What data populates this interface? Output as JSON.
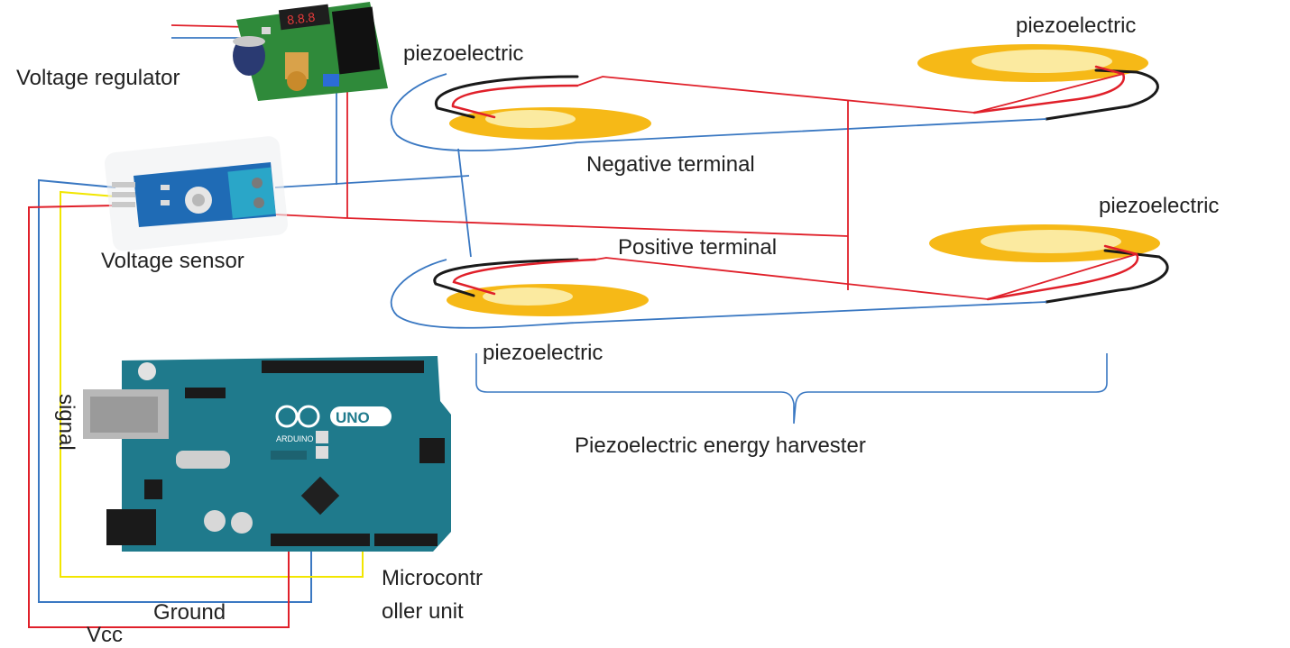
{
  "labels": {
    "voltage_regulator": "Voltage regulator",
    "voltage_sensor": "Voltage sensor",
    "piezo_top_left": "piezoelectric",
    "piezo_top_right": "piezoelectric",
    "piezo_mid_right": "piezoelectric",
    "piezo_bottom_left": "piezoelectric",
    "negative_terminal": "Negative terminal",
    "positive_terminal": "Positive terminal",
    "harvester": "Piezoelectric energy harvester",
    "signal": "signal",
    "ground": "Ground",
    "vcc": "Vcc",
    "mcu_line1": "Microcontr",
    "mcu_line2": "oller unit"
  },
  "board": {
    "logo_text": "UNO",
    "brand_text": "ARDUINO"
  },
  "colors": {
    "wire_red": "#e0202a",
    "wire_blue": "#3a78c2",
    "wire_yellow": "#f2e600",
    "wire_black": "#1a1a1a",
    "piezo_outer": "#f6b917",
    "piezo_inner": "#fbeaa0",
    "arduino_board": "#1f7a8c",
    "sensor_board": "#1f6bb5",
    "regulator_board": "#2f8a3a"
  }
}
